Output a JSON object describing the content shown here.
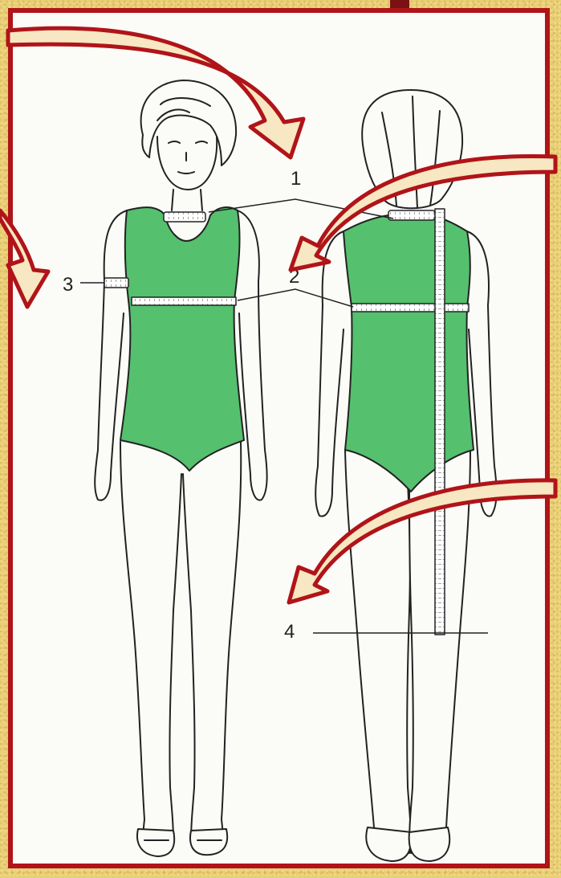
{
  "figure": {
    "labels": {
      "label_1": "1",
      "label_2": "2",
      "label_3": "3",
      "label_4": "4"
    }
  },
  "colors": {
    "background": "#e9cf76",
    "frame_border": "#b01419",
    "garment_fill": "#55c06e",
    "arrow_fill": "#f7e7c2",
    "arrow_stroke": "#b01419"
  },
  "icons": [
    "curved-arrow-icon",
    "measuring-tape-icon"
  ]
}
